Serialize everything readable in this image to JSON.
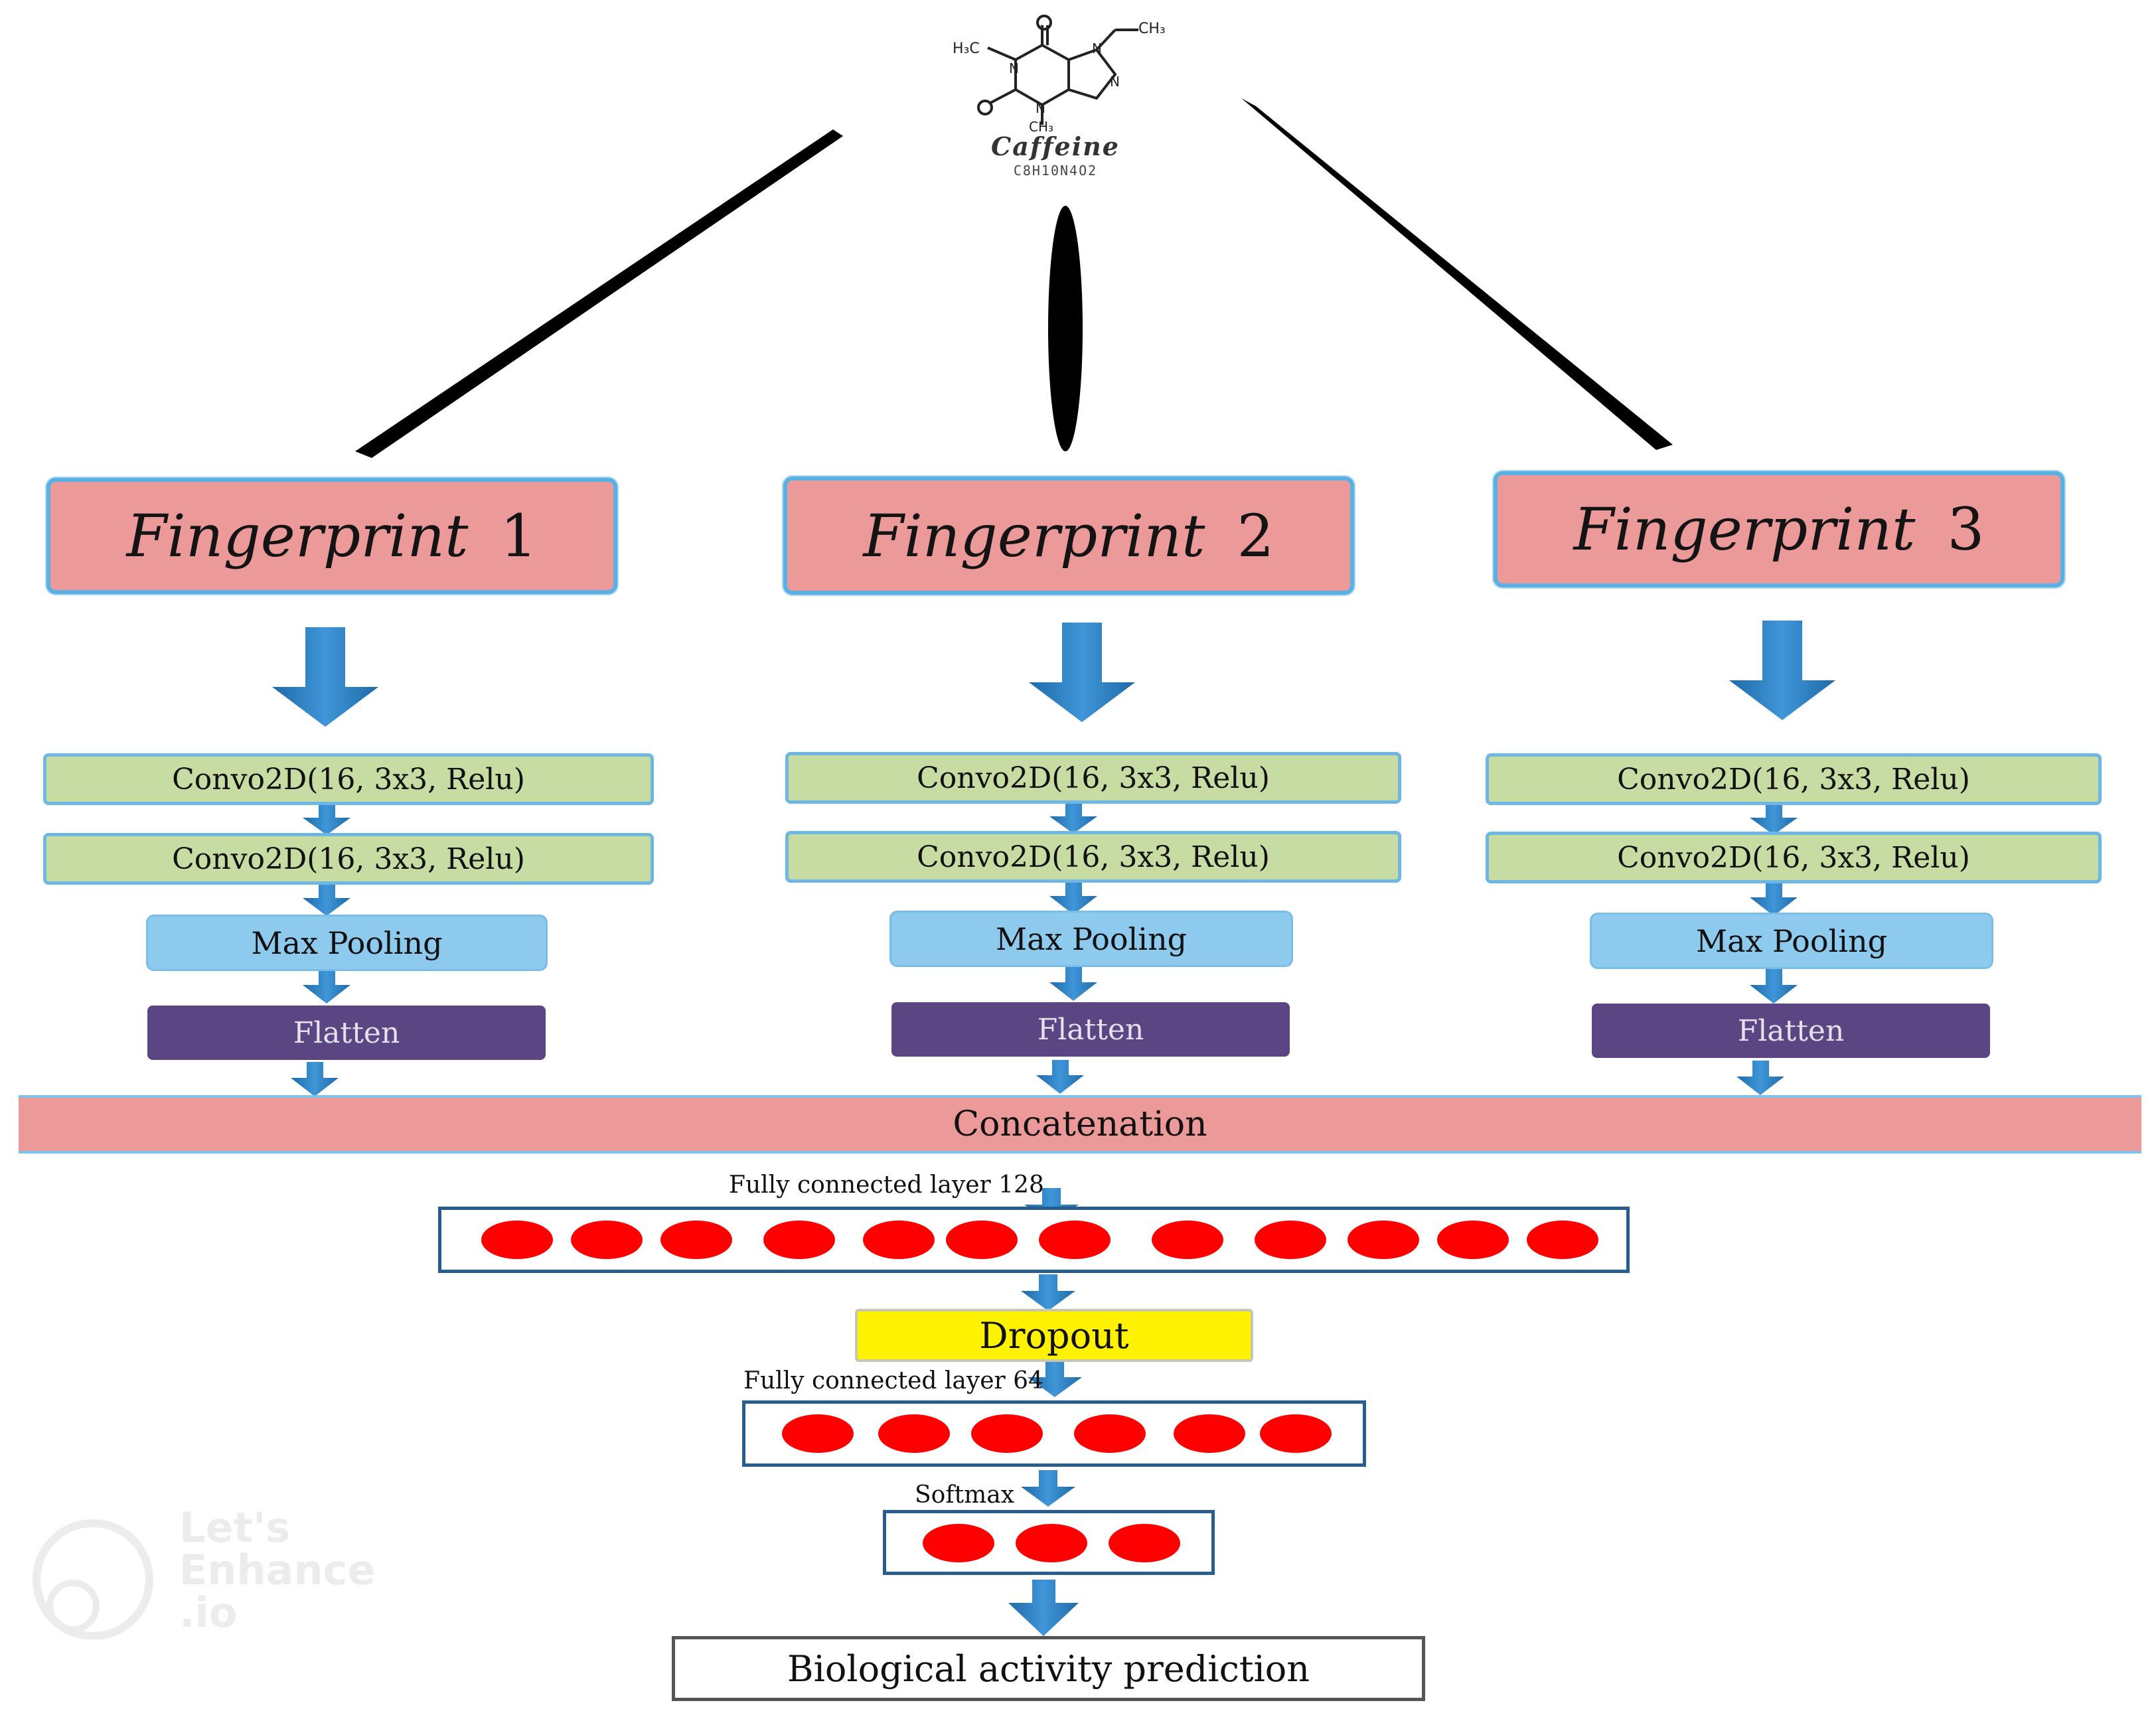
{
  "molecule": {
    "name": "Caffeine",
    "subtitle": "C8H10N4O2"
  },
  "fingerprints": [
    {
      "label": "Fingerprint",
      "number": "1"
    },
    {
      "label": "Fingerprint",
      "number": "2"
    },
    {
      "label": "Fingerprint",
      "number": "3"
    }
  ],
  "layers": {
    "conv1": "Convo2D(16, 3x3, Relu)",
    "conv2": "Convo2D(16, 3x3, Relu)",
    "pool": "Max Pooling",
    "flatten": "Flatten"
  },
  "concatenation": "Concatenation",
  "fc128": {
    "label": "Fully connected layer 128",
    "neurons_shown": 12
  },
  "dropout": "Dropout",
  "fc64": {
    "label": "Fully connected layer 64",
    "neurons_shown": 6
  },
  "softmax": {
    "label": "Softmax",
    "neurons_shown": 3
  },
  "output": "Biological activity prediction",
  "watermark": {
    "line1": "Let's",
    "line2": "Enhance",
    "line3": ".io"
  },
  "colors": {
    "fingerprint_fill": "#ec9a99",
    "conv_fill": "#c6dca3",
    "pool_fill": "#8ec9ee",
    "flatten_fill": "#5b4583",
    "arrow": "#2f7fc1",
    "neuron": "#ff0000",
    "dropout_fill": "#fff200"
  }
}
